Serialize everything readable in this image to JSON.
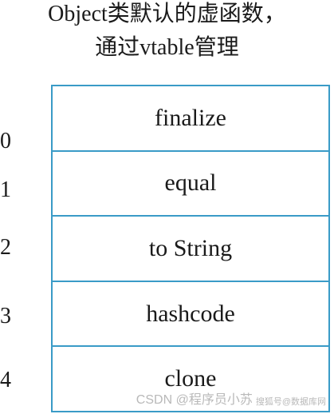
{
  "title": {
    "line1": "Object类默认的虚函数，",
    "line2": "通过vtable管理"
  },
  "vtable": {
    "entries": [
      {
        "index": "0",
        "method": "finalize"
      },
      {
        "index": "1",
        "method": "equal"
      },
      {
        "index": "2",
        "method": "to String"
      },
      {
        "index": "3",
        "method": "hashcode"
      },
      {
        "index": "4",
        "method": "clone"
      }
    ],
    "border_color": "#3a9bc7"
  },
  "watermark": {
    "main": "CSDN @程序员小苏",
    "sub": "搜狐号@数据库网"
  }
}
